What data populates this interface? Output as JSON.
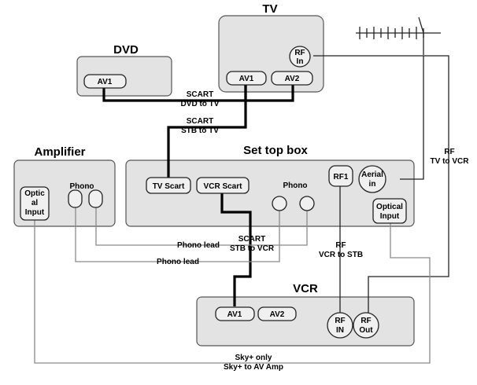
{
  "devices": {
    "tv": {
      "title": "TV",
      "ports": {
        "rf_in_1": "RF",
        "rf_in_2": "In",
        "av1": "AV1",
        "av2": "AV2"
      }
    },
    "dvd": {
      "title": "DVD",
      "ports": {
        "av1": "AV1"
      }
    },
    "amplifier": {
      "title": "Amplifier",
      "ports": {
        "optical_1": "Optic",
        "optical_2": "al",
        "optical_3": "Input",
        "phono": "Phono"
      }
    },
    "settop": {
      "title": "Set top box",
      "ports": {
        "tv_scart": "TV Scart",
        "vcr_scart": "VCR Scart",
        "phono": "Phono",
        "rf1": "RF1",
        "aerial_1": "Aerial",
        "aerial_2": "in",
        "optical_1": "Optical",
        "optical_2": "Input"
      }
    },
    "vcr": {
      "title": "VCR",
      "ports": {
        "av1": "AV1",
        "av2": "AV2",
        "rf_in_1": "RF",
        "rf_in_2": "IN",
        "rf_out_1": "RF",
        "rf_out_2": "Out"
      }
    }
  },
  "connections": {
    "scart_dvd_tv": {
      "line1": "SCART",
      "line2": "DVD to TV"
    },
    "scart_stb_tv": {
      "line1": "SCART",
      "line2": "STB to TV"
    },
    "scart_stb_vcr": {
      "line1": "SCART",
      "line2": "STB to VCR"
    },
    "phono_lead_a": "Phono lead",
    "phono_lead_b": "Phono lead",
    "rf_tv_vcr": {
      "line1": "RF",
      "line2": "TV to VCR"
    },
    "rf_vcr_stb": {
      "line1": "RF",
      "line2": "VCR to STB"
    },
    "sky_amp": {
      "line1": "Sky+ only",
      "line2": "Sky+ to AV Amp"
    }
  }
}
